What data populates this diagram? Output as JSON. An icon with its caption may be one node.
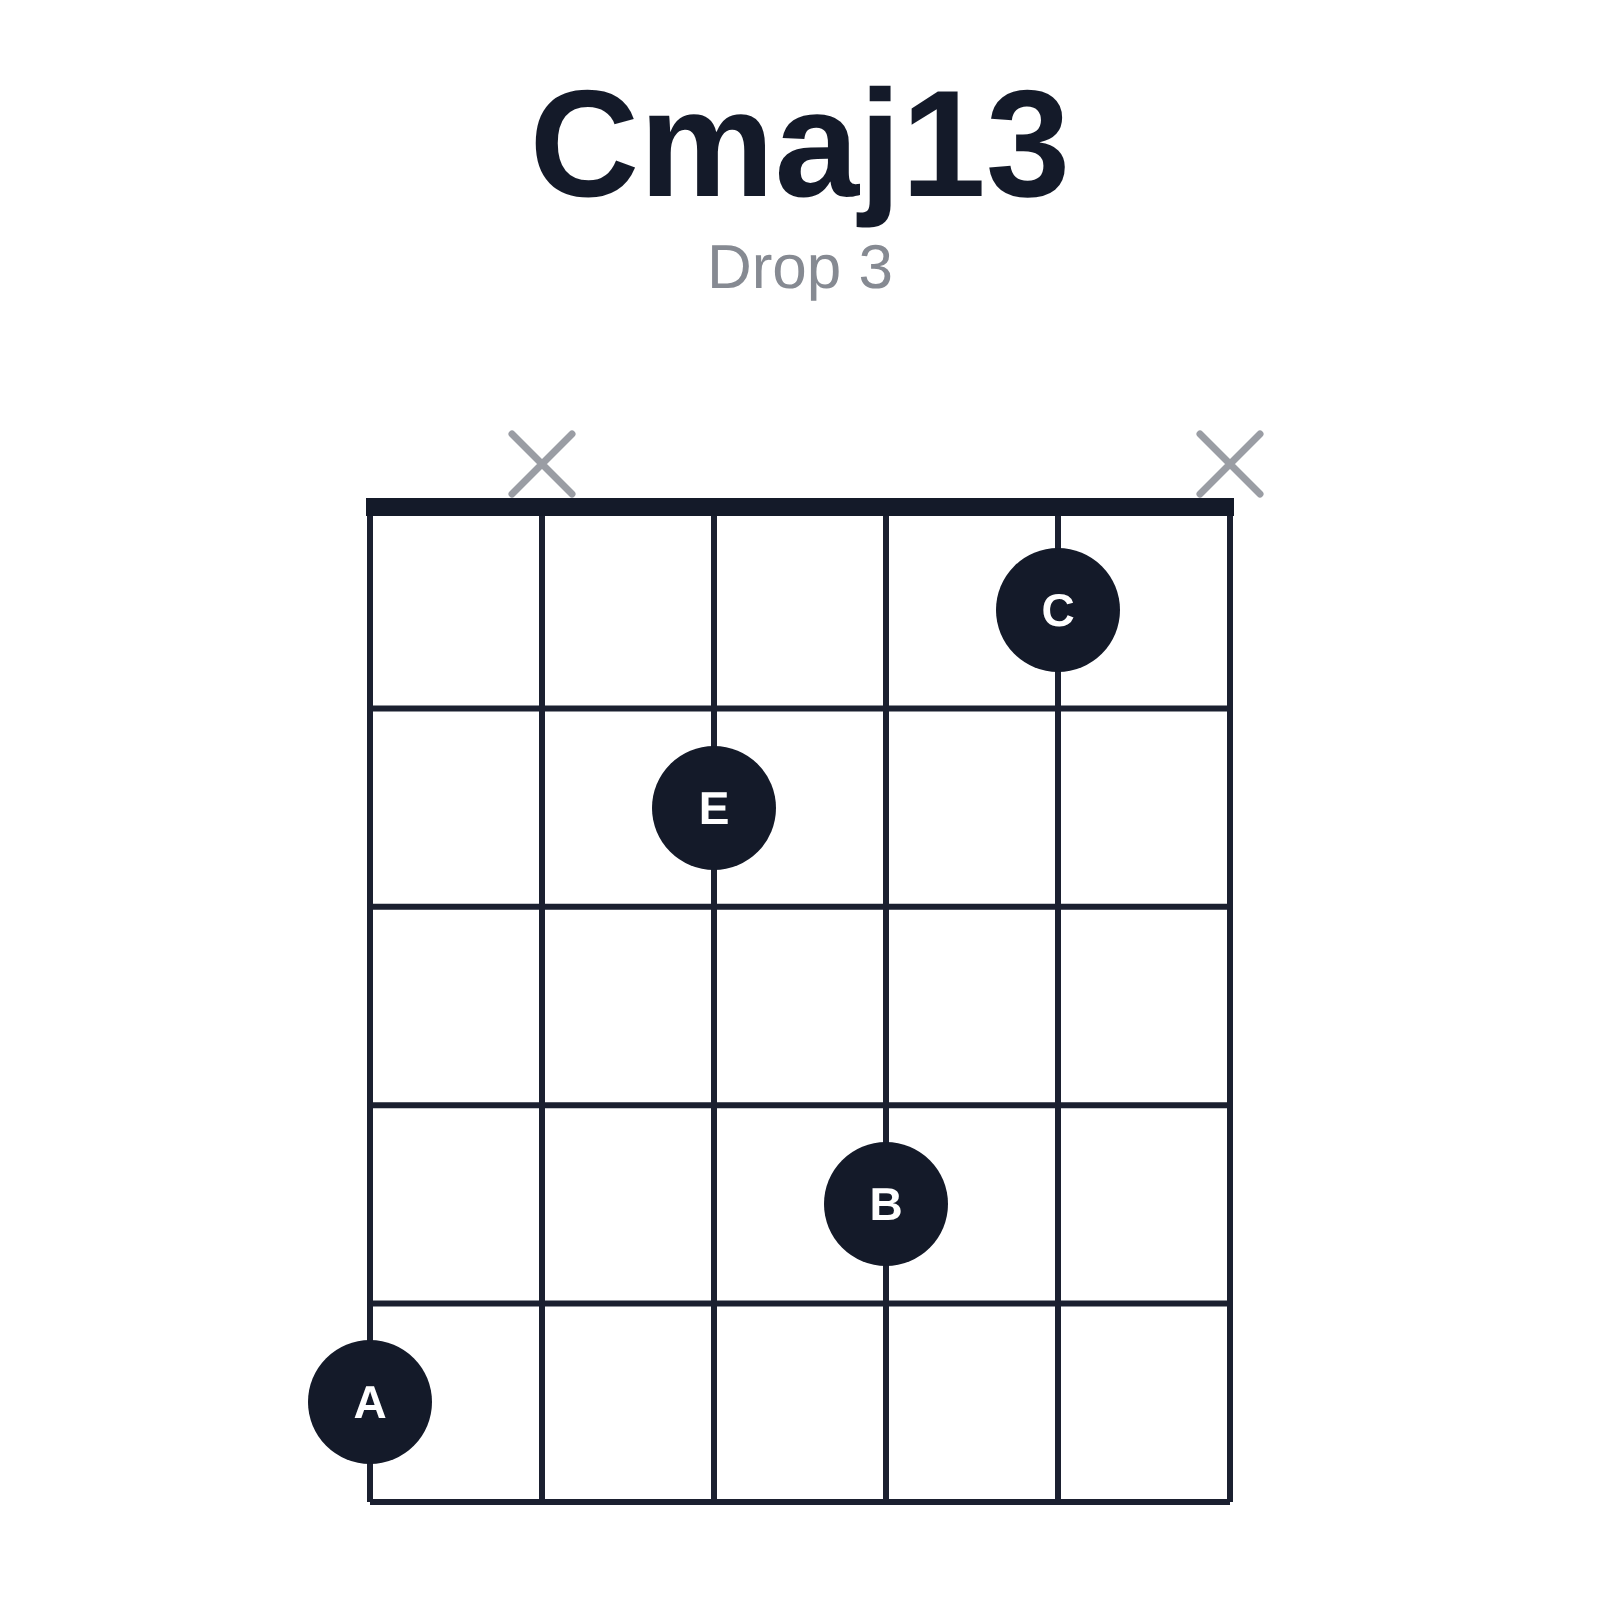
{
  "diagram": {
    "title": "Cmaj13",
    "nodes": [
      {
        "text": [
          "C"
        ]
      },
      {
        "text": [
          "E"
        ]
      },
      {
        "text": [
          "B"
        ]
      },
      {
        "text": [
          "A"
        ]
      }
    ],
    "labels": [
      "Drop 3"
    ]
  }
}
